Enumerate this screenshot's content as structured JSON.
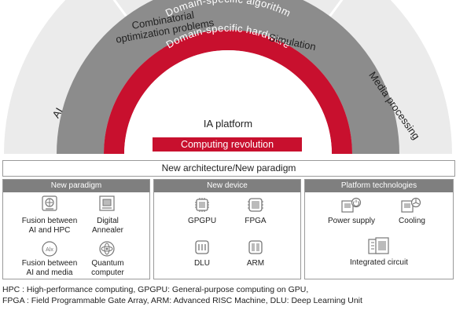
{
  "fan": {
    "segments": [
      "AI",
      "Combinatorial\noptimization problems",
      "Simulation",
      "Media processing"
    ],
    "algorithm_band": "Domain-specific algorithm",
    "hardware_band": "Domain-specific hardware",
    "platform": "IA platform",
    "revolution": "Computing revolution"
  },
  "colors": {
    "fan_light": "#ebebeb",
    "band_gray": "#8c8c8c",
    "band_red": "#c8102e",
    "arrow_gray": "#777777",
    "header_gray": "#7f7f7f"
  },
  "architecture_bar": "New architecture/New paradigm",
  "boxes": [
    {
      "title": "New paradigm",
      "items": [
        {
          "label": "Fusion between\nAI and HPC",
          "icon": "brain-chip-icon"
        },
        {
          "label": "Digital\nAnnealer",
          "icon": "annealer-board-icon"
        },
        {
          "label": "Fusion between\nAI and media",
          "icon": "ai-media-icon"
        },
        {
          "label": "Quantum\ncomputer",
          "icon": "quantum-icon"
        }
      ]
    },
    {
      "title": "New device",
      "items": [
        {
          "label": "GPGPU",
          "icon": "gpu-chip-icon"
        },
        {
          "label": "FPGA",
          "icon": "fpga-chip-icon"
        },
        {
          "label": "DLU",
          "icon": "dlu-chip-icon"
        },
        {
          "label": "ARM",
          "icon": "arm-chip-icon"
        }
      ]
    },
    {
      "title": "Platform technologies",
      "items": [
        {
          "label": "Power supply",
          "icon": "power-supply-icon"
        },
        {
          "label": "Cooling",
          "icon": "cooling-icon"
        },
        {
          "label": "Integrated circuit",
          "icon": "integrated-circuit-icon"
        }
      ]
    }
  ],
  "footnotes": [
    "HPC : High-performance computing, GPGPU: General-purpose computing on GPU,",
    "FPGA : Field Programmable Gate Array, ARM: Advanced RISC Machine, DLU: Deep Learning Unit"
  ]
}
